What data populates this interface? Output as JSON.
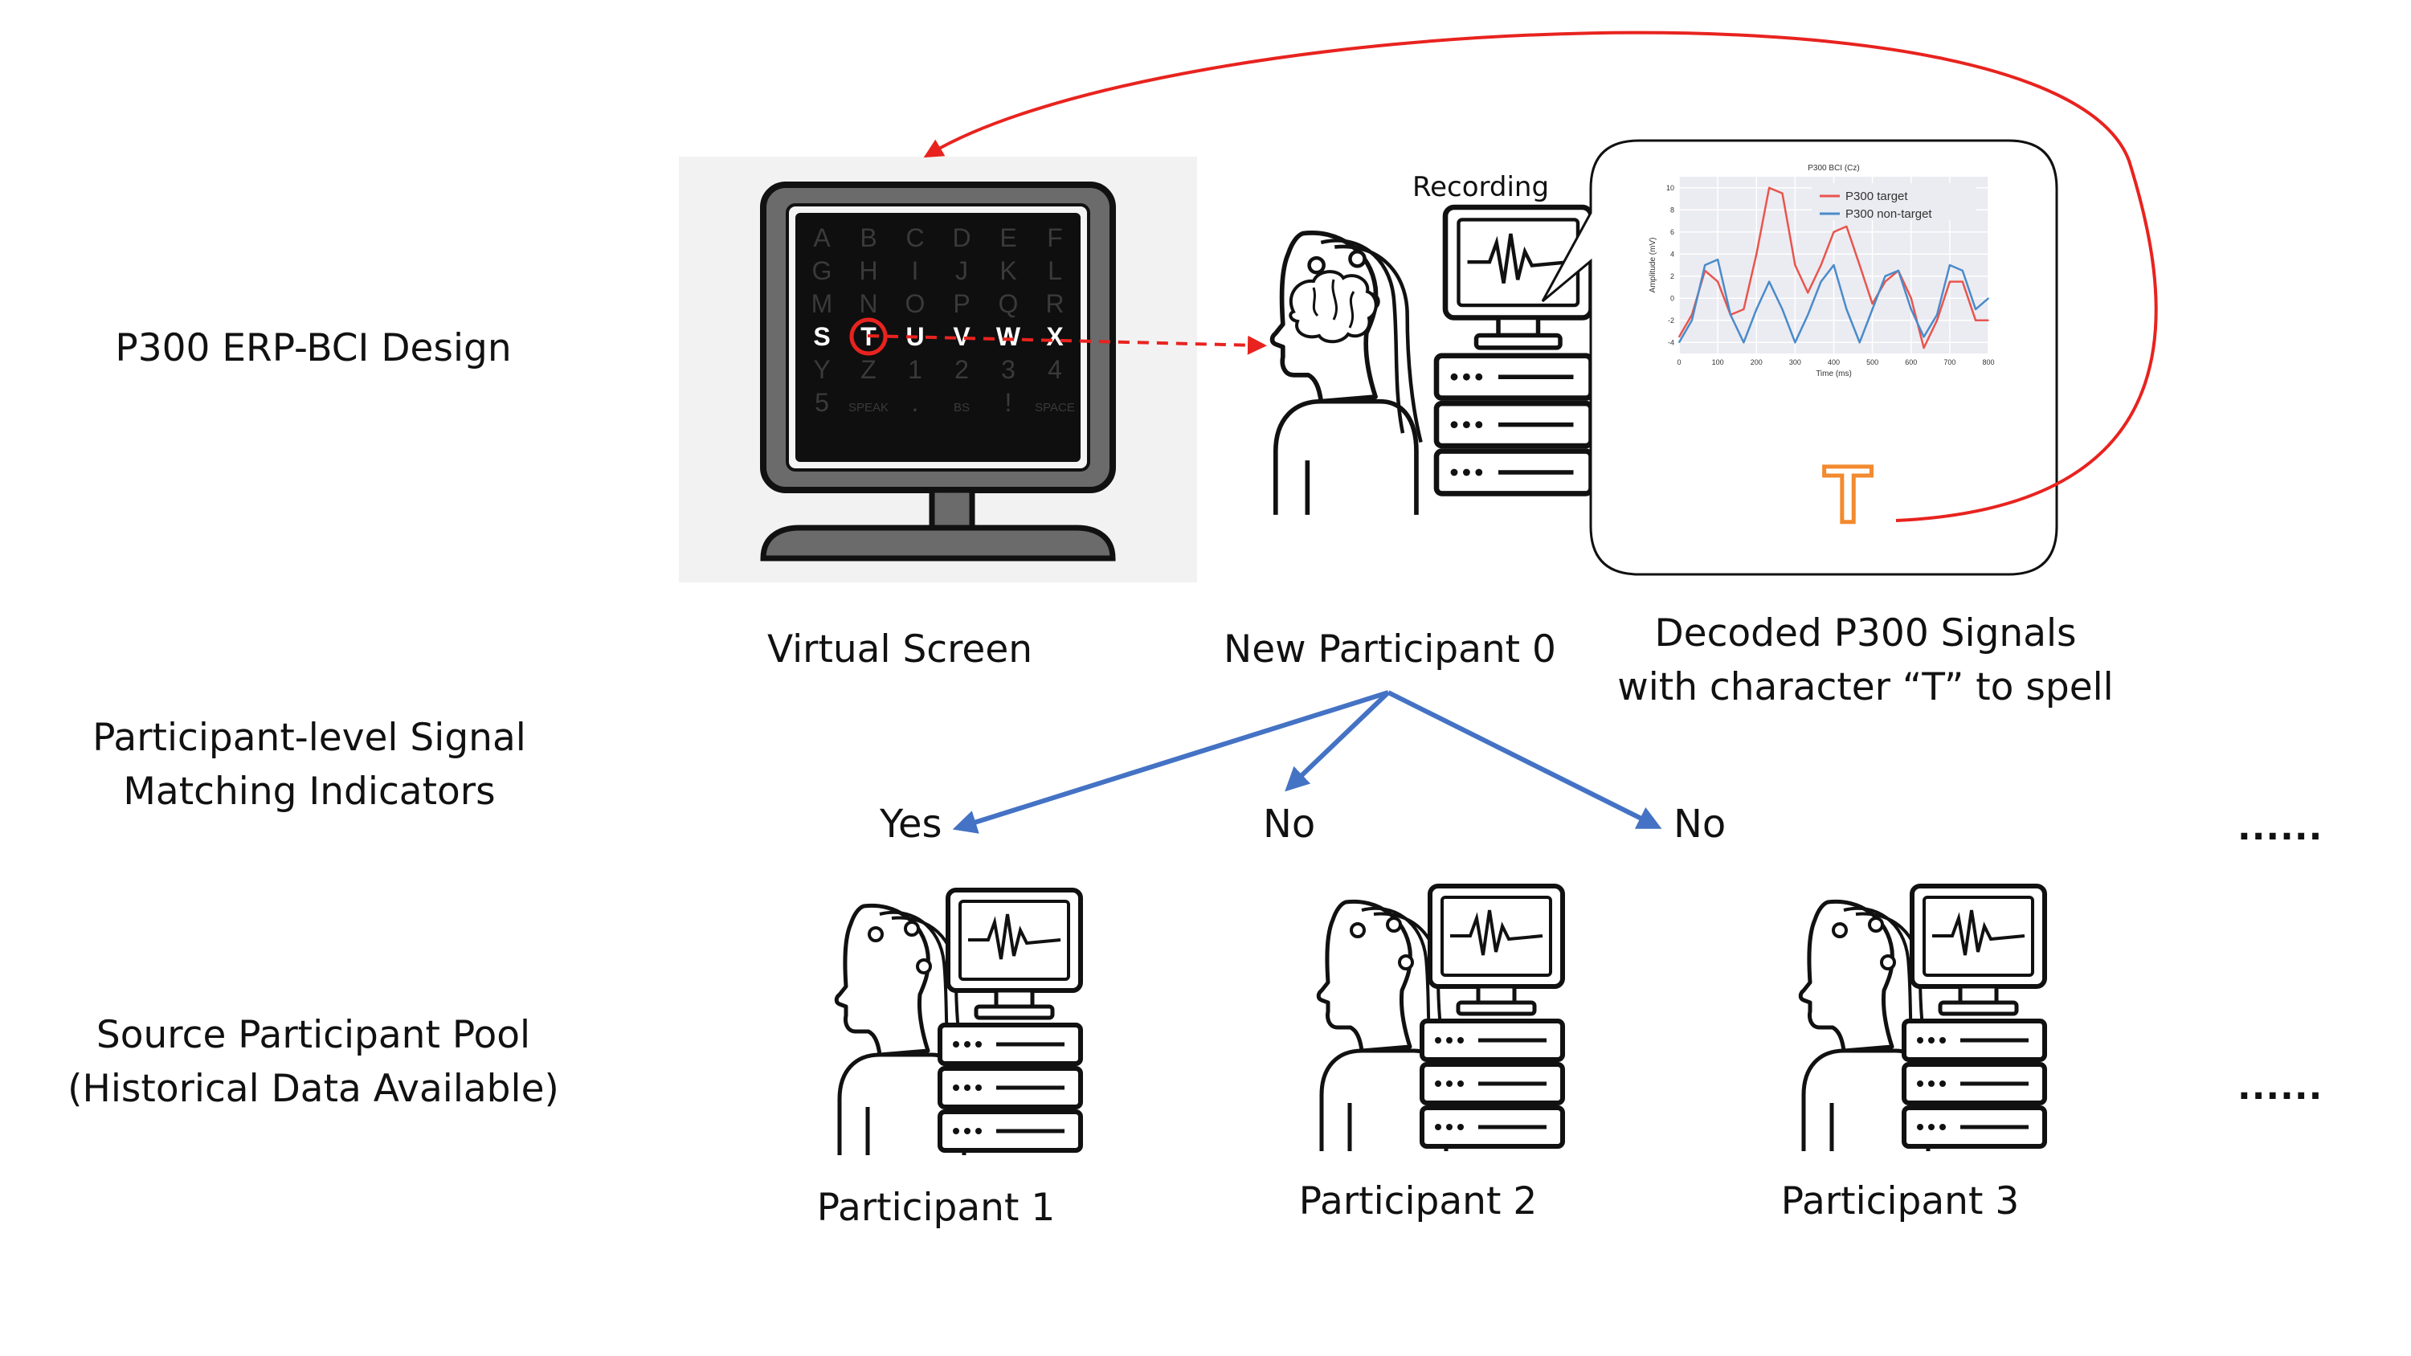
{
  "row_labels": {
    "design": "P300 ERP-BCI Design",
    "matching": [
      "Participant-level Signal",
      "Matching Indicators"
    ],
    "pool": [
      "Source Participant Pool",
      "(Historical Data Available)"
    ]
  },
  "virtual_screen": {
    "caption": "Virtual Screen",
    "grid": [
      [
        "A",
        "B",
        "C",
        "D",
        "E",
        "F"
      ],
      [
        "G",
        "H",
        "I",
        "J",
        "K",
        "L"
      ],
      [
        "M",
        "N",
        "O",
        "P",
        "Q",
        "R"
      ],
      [
        "S",
        "T",
        "U",
        "V",
        "W",
        "X"
      ],
      [
        "Y",
        "Z",
        "1",
        "2",
        "3",
        "4"
      ],
      [
        "5",
        "SPEAK",
        ".",
        "BS",
        "!",
        "SPACE"
      ]
    ],
    "selected_char": "T"
  },
  "new_participant": {
    "caption": "New Participant 0",
    "recording_label": "Recording"
  },
  "decoded": {
    "caption": [
      "Decoded P300 Signals",
      "with character “T” to spell"
    ],
    "spelled_char": "T"
  },
  "chart_data": {
    "type": "line",
    "title": "P300 BCI (Cz)",
    "xlabel": "Time (ms)",
    "ylabel": "Amplitude (mV)",
    "xlim": [
      0,
      800
    ],
    "ylim": [
      -5,
      11
    ],
    "xticks": [
      0,
      100,
      200,
      300,
      400,
      500,
      600,
      700,
      800
    ],
    "yticks": [
      -4,
      -2,
      0,
      2,
      4,
      6,
      8,
      10
    ],
    "grid": true,
    "legend_position": "top-right",
    "series": [
      {
        "name": "P300 target",
        "color": "#e8554d",
        "x": [
          0,
          33,
          67,
          100,
          133,
          167,
          200,
          233,
          267,
          300,
          333,
          367,
          400,
          433,
          467,
          500,
          533,
          567,
          600,
          633,
          667,
          700,
          733,
          767,
          800
        ],
        "y": [
          -3.5,
          -1.5,
          2.5,
          1.5,
          -1.5,
          -1.0,
          4.0,
          10.0,
          9.5,
          3.0,
          0.5,
          3.0,
          6.0,
          6.5,
          3.0,
          -0.5,
          1.5,
          2.5,
          0.0,
          -4.5,
          -2.0,
          1.5,
          1.5,
          -2.0,
          -2.0
        ]
      },
      {
        "name": "P300 non-target",
        "color": "#4a8bc9",
        "x": [
          0,
          33,
          67,
          100,
          133,
          167,
          200,
          233,
          267,
          300,
          333,
          367,
          400,
          433,
          467,
          500,
          533,
          567,
          600,
          633,
          667,
          700,
          733,
          767,
          800
        ],
        "y": [
          -4.0,
          -2.0,
          3.0,
          3.5,
          -1.5,
          -4.0,
          -1.0,
          1.5,
          -1.0,
          -4.0,
          -1.5,
          1.5,
          3.0,
          -1.0,
          -4.0,
          -1.0,
          2.0,
          2.5,
          -1.0,
          -3.5,
          -1.5,
          3.0,
          2.5,
          -1.0,
          0.0
        ]
      }
    ]
  },
  "indicators": [
    "Yes",
    "No",
    "No"
  ],
  "ellipsis": "......",
  "participants": [
    "Participant 1",
    "Participant 2",
    "Participant 3"
  ],
  "colors": {
    "feedback_arrow": "#e8231f",
    "match_arrow": "#4472c4",
    "highlight_ring": "#e8231f"
  }
}
